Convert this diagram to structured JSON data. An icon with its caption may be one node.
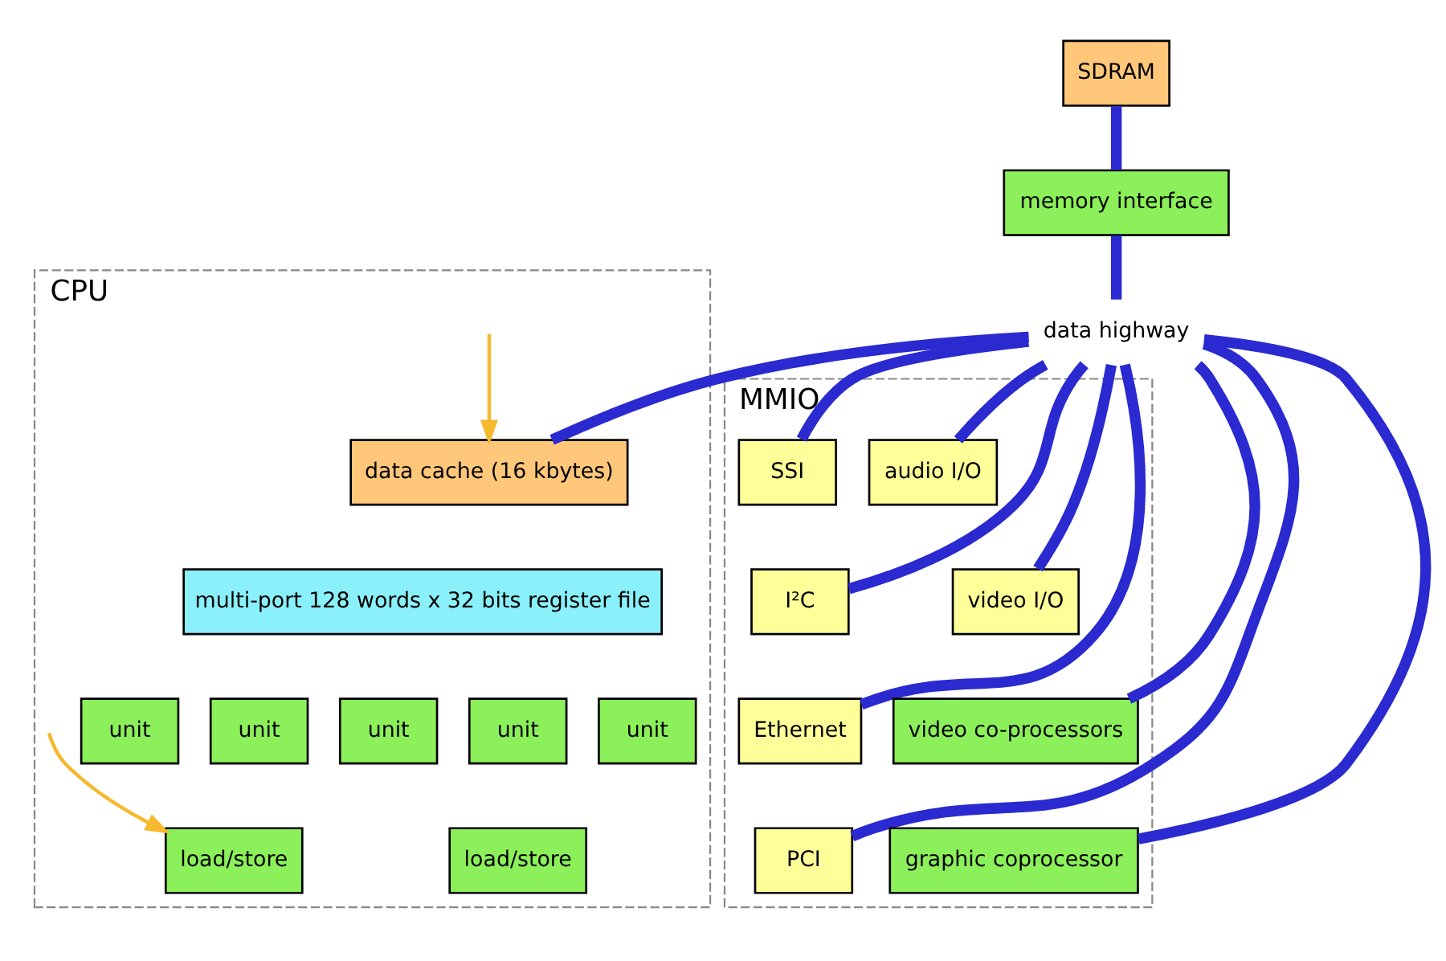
{
  "diagram": {
    "nodes": [
      {
        "text": [
          "SDRAM"
        ]
      },
      {
        "text": [
          "memory interface"
        ]
      },
      {
        "text": [
          "data highway"
        ]
      },
      {
        "text": [
          "CPU"
        ]
      },
      {
        "text": [
          "data cache (16 kbytes)"
        ],
        "in": 3
      },
      {
        "text": [
          "multi-port 128 words x 32 bits register file"
        ],
        "in": 3
      },
      {
        "text": [
          "unit"
        ],
        "in": 3
      },
      {
        "text": [
          "unit"
        ],
        "in": 3
      },
      {
        "text": [
          "unit"
        ],
        "in": 3
      },
      {
        "text": [
          "unit"
        ],
        "in": 3
      },
      {
        "text": [
          "unit"
        ],
        "in": 3
      },
      {
        "text": [
          "load/store"
        ],
        "in": 3
      },
      {
        "text": [
          "load/store"
        ],
        "in": 3
      },
      {
        "text": [
          "MMIO"
        ]
      },
      {
        "text": [
          "SSI"
        ],
        "in": 13
      },
      {
        "text": [
          "audio I/O"
        ],
        "in": 13
      },
      {
        "text": [
          "I²C"
        ],
        "in": 13
      },
      {
        "text": [
          "video I/O"
        ],
        "in": 13
      },
      {
        "text": [
          "Ethernet"
        ],
        "in": 13
      },
      {
        "text": [
          "video co-processors"
        ],
        "in": 13
      },
      {
        "text": [
          "PCI"
        ],
        "in": 13
      },
      {
        "text": [
          "graphic coprocessor"
        ],
        "in": 13
      }
    ],
    "edges": [
      {
        "from": 0,
        "to": 1,
        "arrow": "none"
      },
      {
        "from": 1,
        "to": 2,
        "arrow": "none"
      },
      {
        "from": 2,
        "to": 4,
        "arrow": "none"
      },
      {
        "from": 2,
        "to": 14,
        "arrow": "none"
      },
      {
        "from": 2,
        "to": 15,
        "arrow": "none"
      },
      {
        "from": 2,
        "to": 16,
        "arrow": "none"
      },
      {
        "from": 2,
        "to": 17,
        "arrow": "none"
      },
      {
        "from": 2,
        "to": 18,
        "arrow": "none"
      },
      {
        "from": 2,
        "to": 19,
        "arrow": "none"
      },
      {
        "from": 2,
        "to": 20,
        "arrow": "none"
      },
      {
        "from": 2,
        "to": 21,
        "arrow": "none"
      },
      {
        "from": null,
        "to": 4,
        "arrow": "to",
        "color": "#f5b82e"
      },
      {
        "from": null,
        "to": 12,
        "arrow": "to",
        "color": "#f5b82e"
      }
    ]
  }
}
